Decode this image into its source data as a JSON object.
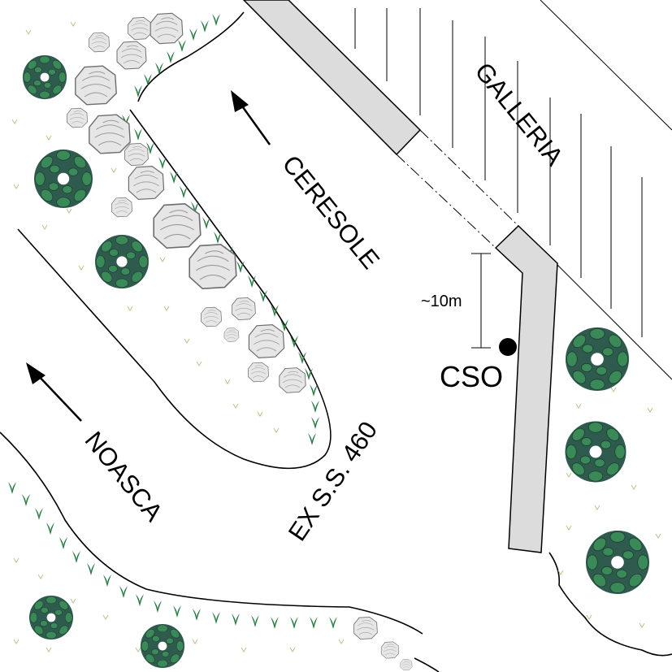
{
  "map": {
    "labels": {
      "galleria": "GALLERIA",
      "ceresole": "CERESOLE",
      "noasca": "NOASCA",
      "road": "EX S.S. 460",
      "distance": "~10m",
      "station": "CSO"
    },
    "colors": {
      "wall_fill": "#dcdcdc",
      "rock_fill": "#e6e6e6",
      "shrub_dark": "#2f5a4e",
      "shrub_light": "#3a8a58",
      "grass_tuft": "#1e7a3c",
      "grass_dot": "#b8c48a",
      "line": "#000000"
    }
  }
}
